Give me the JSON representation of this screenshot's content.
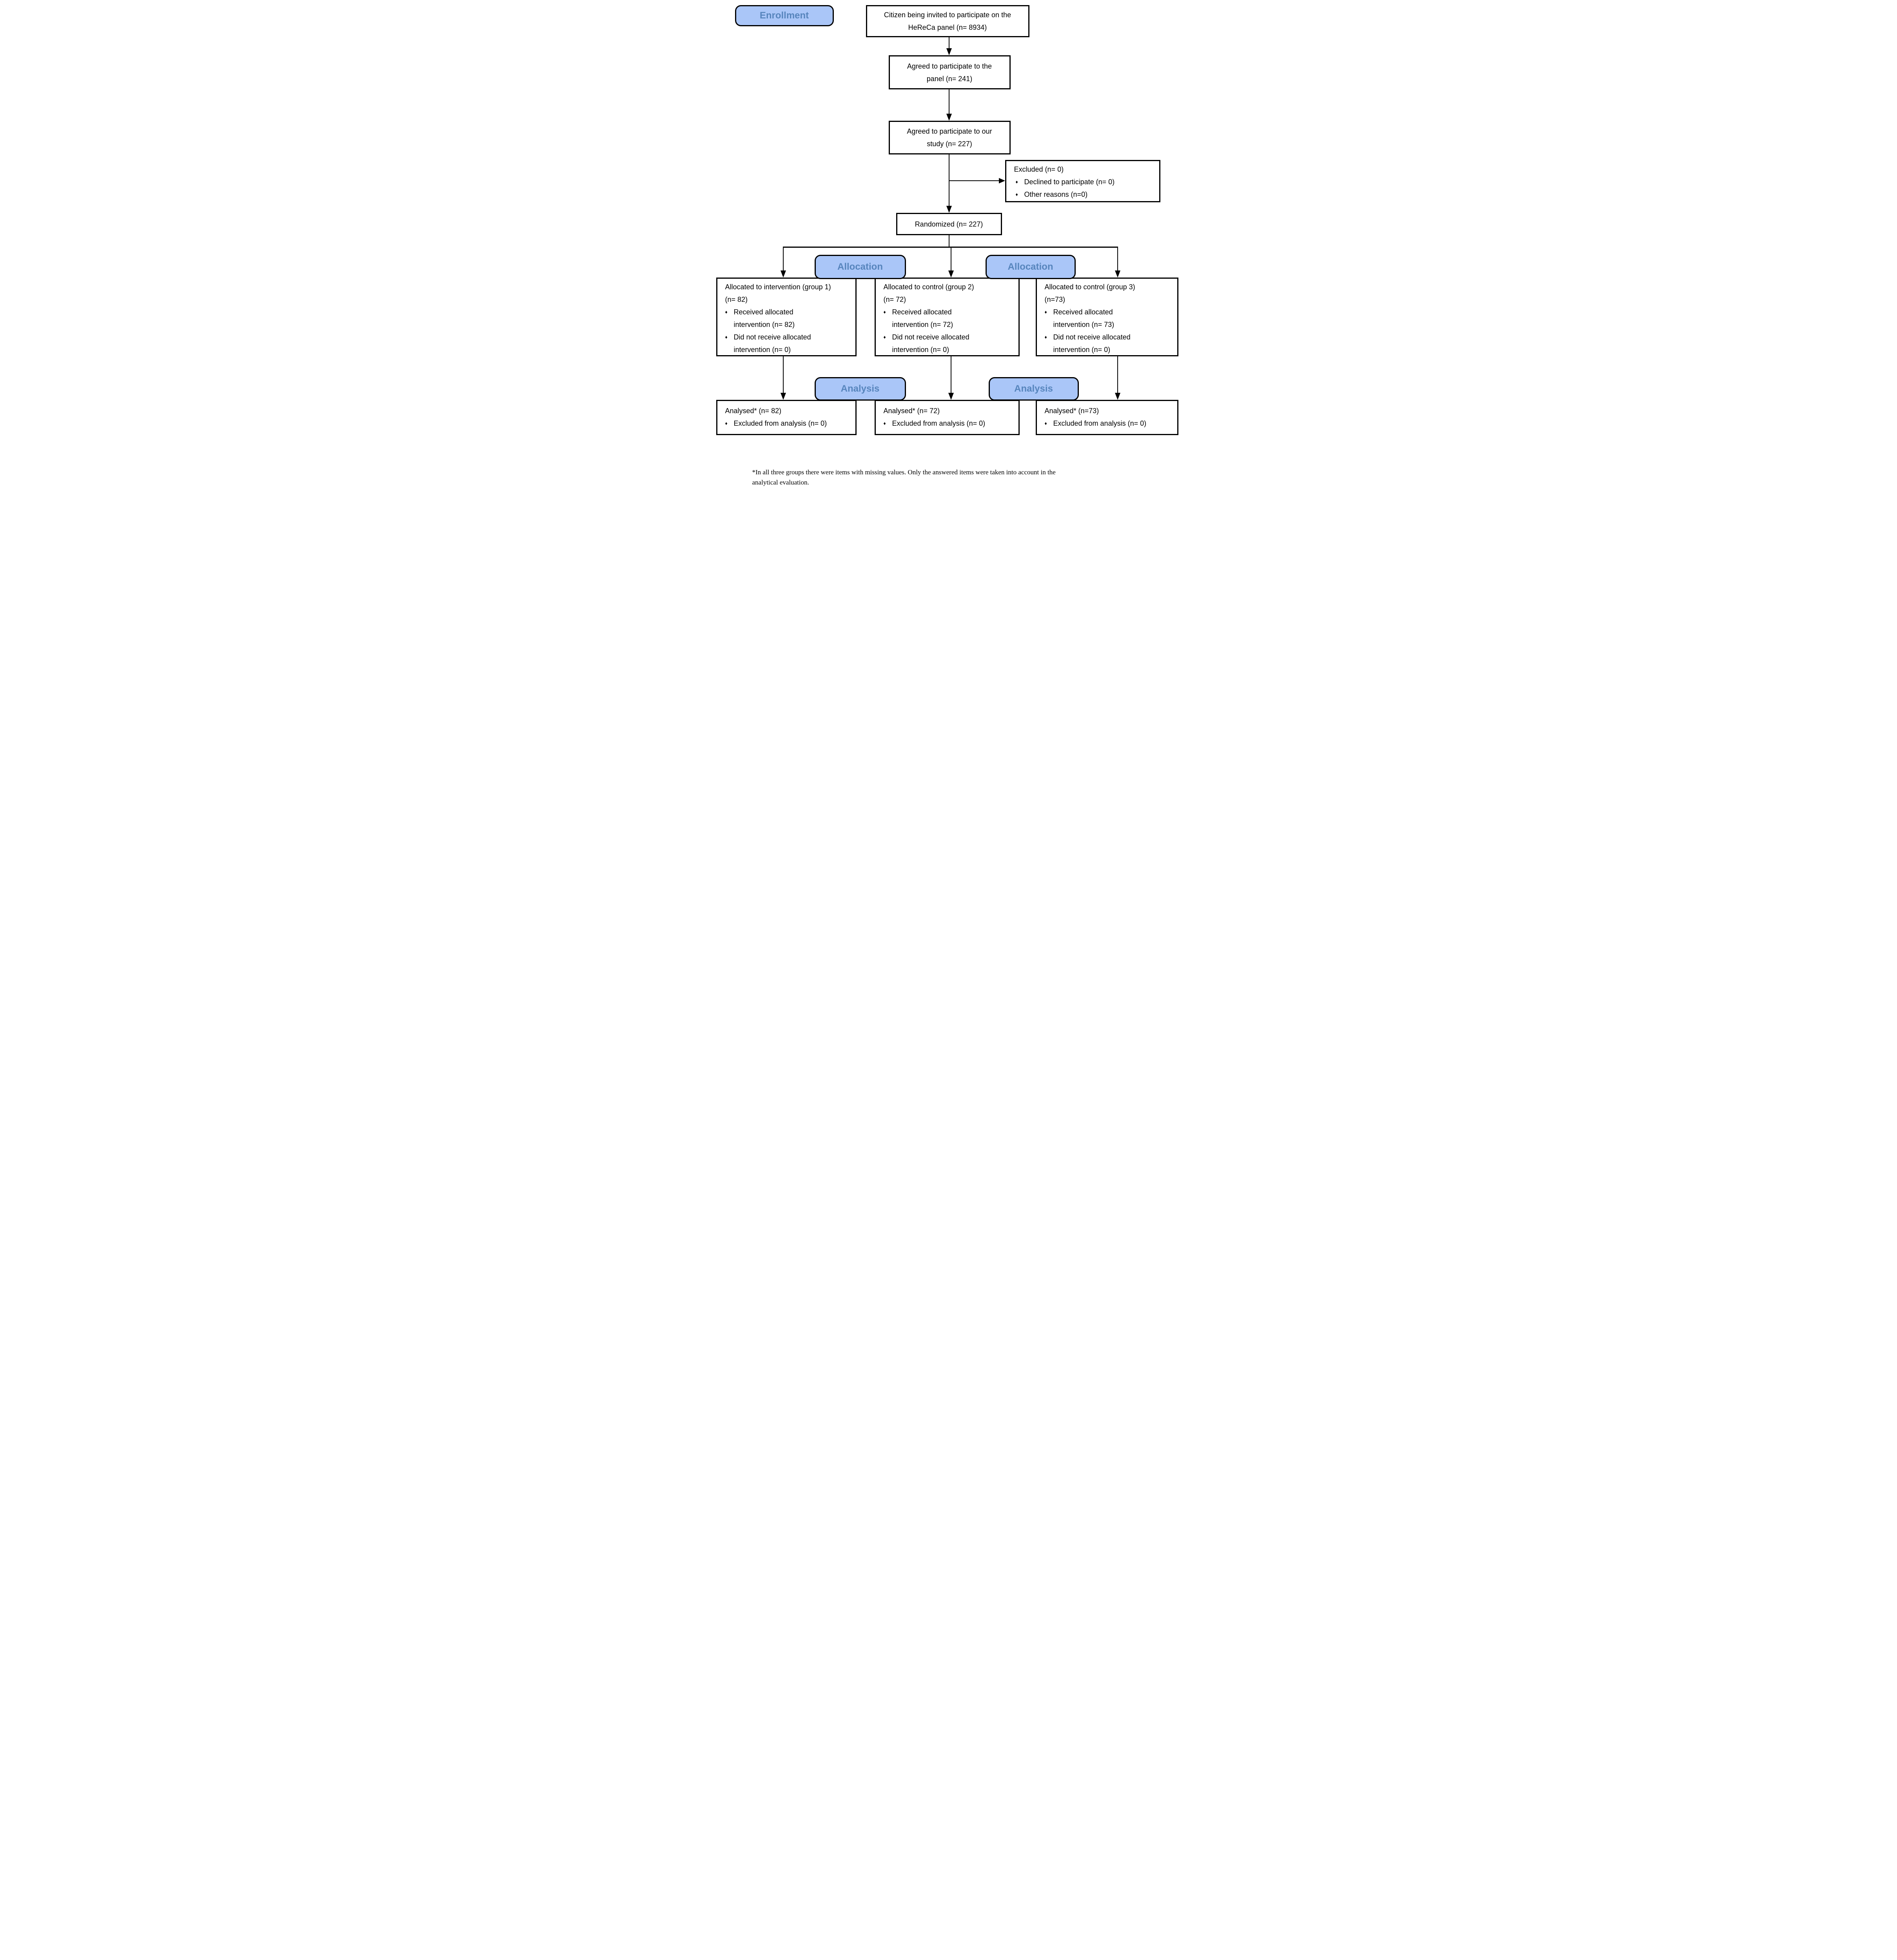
{
  "stages": {
    "enrollment": "Enrollment",
    "allocation_left": "Allocation",
    "allocation_right": "Allocation",
    "analysis_left": "Analysis",
    "analysis_right": "Analysis"
  },
  "misc": {
    "bullet": "♦"
  },
  "boxes": {
    "invited": {
      "text": "Citizen being invited to participate on the\nHeReCa panel (n= 8934)"
    },
    "agreed_panel": {
      "text": "Agreed to participate to the\npanel (n= 241)"
    },
    "agreed_study": {
      "text": "Agreed to participate to our\nstudy (n= 227)"
    },
    "excluded": {
      "title": "Excluded (n= 0)",
      "items": [
        "Declined to participate (n= 0)",
        "Other reasons (n=0)"
      ]
    },
    "randomized": {
      "text": "Randomized (n= 227)"
    },
    "allocation": [
      {
        "title": "Allocated to intervention (group 1)\n(n= 82)",
        "items": [
          "Received allocated\nintervention (n= 82)",
          "Did not receive allocated\nintervention (n= 0)"
        ]
      },
      {
        "title": "Allocated to control (group 2)\n(n= 72)",
        "items": [
          "Received allocated\nintervention (n= 72)",
          "Did not receive allocated\nintervention (n= 0)"
        ]
      },
      {
        "title": "Allocated to control (group 3)\n(n=73)",
        "items": [
          "Received allocated\nintervention (n= 73)",
          "Did not receive allocated\nintervention (n= 0)"
        ]
      }
    ],
    "analysis": [
      {
        "title": "Analysed* (n= 82)",
        "items": [
          "Excluded from analysis (n= 0)"
        ]
      },
      {
        "title": "Analysed* (n= 72)",
        "items": [
          "Excluded from analysis (n= 0)"
        ]
      },
      {
        "title": "Analysed* (n=73)",
        "items": [
          "Excluded from analysis (n= 0)"
        ]
      }
    ]
  },
  "footnote": {
    "text": "*In all three groups there were items with missing values. Only the answered items were taken into account in the\nanalytical evaluation."
  },
  "colors": {
    "badge_fill": "#AAC6F8",
    "badge_text": "#5785BD",
    "line": "#000000"
  }
}
